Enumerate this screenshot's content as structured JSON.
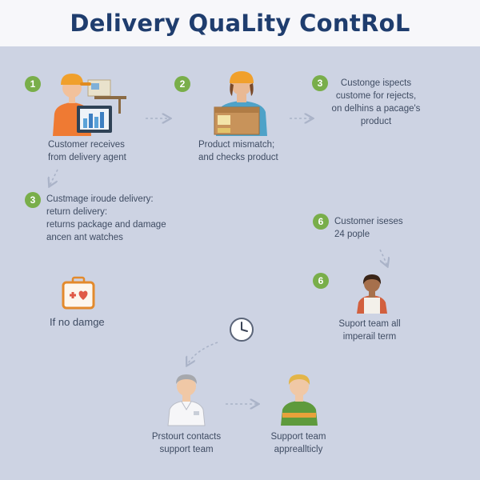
{
  "title": "Delivery QuaLity ContRoL",
  "steps": [
    {
      "badge": "1",
      "lines": [
        "Customer receives",
        "from delivery agent"
      ]
    },
    {
      "badge": "2",
      "lines": [
        "Product mismatch;",
        "and checks product"
      ]
    },
    {
      "badge": "3",
      "lines": [
        "Custonge ispects",
        "custome for rejects,",
        "on delhins a pacage's",
        "product"
      ]
    },
    {
      "badge": "3",
      "lines": [
        "Custmage iroude delivery:",
        "return delivery:",
        "returns package and damage",
        "ancen ant watches"
      ]
    },
    {
      "badge": "6",
      "lines": [
        "Customer iseses",
        "24 pople"
      ]
    },
    {
      "badge": "6"
    }
  ],
  "no_damage_label": "If no damge",
  "support_label": [
    "Suport team all",
    "imperail term"
  ],
  "contact_label": [
    "Prstourt contacts",
    "support team"
  ],
  "support_bottom_label": [
    "Support team",
    "appreallticly"
  ]
}
